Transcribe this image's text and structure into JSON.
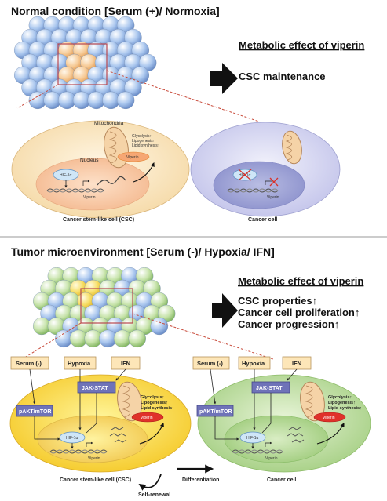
{
  "colors": {
    "csc_cell_top": "#f8e7c4",
    "cancer_cell_top": "#dcdcf3",
    "csc_cell_bottom": "#ffe35a",
    "cancer_cell_bottom": "#bfe0a4",
    "box_fill": "#fde6b8",
    "dark_box": "#6f73b8",
    "hif_fill": "#cfe6f7",
    "viperin_red": "#e0312a",
    "arrow_black": "#111111"
  },
  "top": {
    "title": "Normal condition [Serum (+)/ Normoxia]",
    "effect_heading": "Metabolic effect of viperin",
    "effects": [
      "CSC maintenance"
    ],
    "csc_cell": {
      "mitochondria": "Mitochondria",
      "nucleus": "Nucleus",
      "hif": "HIF-1α",
      "gene": "Viperin",
      "protein": "Viperin",
      "metabolism": [
        "Glycolysis↑",
        "Lipogenesis↑",
        "Lipid synthesis↑"
      ],
      "caption": "Cancer stem-like cell (CSC)"
    },
    "cancer_cell": {
      "hif": "HIF-1α",
      "gene": "Viperin",
      "caption": "Cancer cell"
    }
  },
  "bottom": {
    "title": "Tumor microenvironment [Serum (-)/ Hypoxia/ IFN]",
    "effect_heading": "Metabolic effect of viperin",
    "effects": [
      "CSC properties↑",
      "Cancer cell proliferation↑",
      "Cancer progression↑"
    ],
    "stimuli": [
      "Serum (-)",
      "Hypoxia",
      "IFN"
    ],
    "signals": {
      "akt": "pAKT/mTOR",
      "jak": "JAK-STAT"
    },
    "csc_cell": {
      "hif": "HIF-1α",
      "gene": "Viperin",
      "protein": "Viperin",
      "metabolism": [
        "Glycolysis↑",
        "Lipogenesis↑",
        "Lipid synthesis↑"
      ],
      "caption": "Cancer stem-like cell (CSC)"
    },
    "cancer_cell": {
      "hif": "HIF-1α",
      "gene": "Viperin",
      "protein": "Viperin",
      "metabolism": [
        "Glycolysis↑",
        "Lipogenesis↑",
        "Lipid synthesis↑"
      ],
      "caption": "Cancer cell"
    },
    "self_renewal": "Self-renewal",
    "differentiation": "Differentiation"
  }
}
